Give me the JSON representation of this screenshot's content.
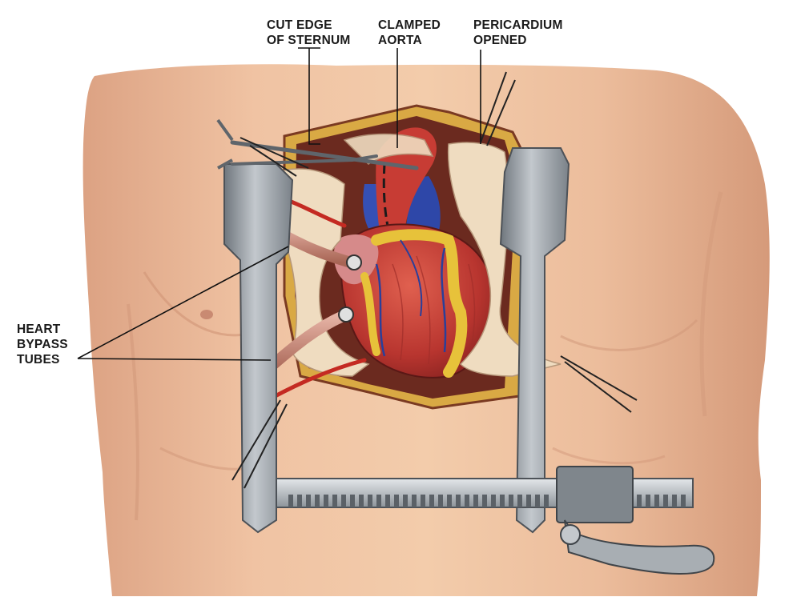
{
  "labels": {
    "sternum": {
      "line1": "CUT EDGE",
      "line2": "OF STERNUM"
    },
    "aorta": {
      "line1": "CLAMPED",
      "line2": "AORTA"
    },
    "pericardium": {
      "line1": "PERICARDIUM",
      "line2": "OPENED"
    },
    "bypass": {
      "line1": "HEART",
      "line2": "BYPASS",
      "line3": "TUBES"
    }
  },
  "colors": {
    "skin": "#e9b994",
    "skin_shadow": "#d49a78",
    "fat": "#e7c23a",
    "heart": "#c9413a",
    "vein": "#2a3f9a",
    "retractor": "#9aa0a6",
    "pericardium": "#efdcc0",
    "tube": "#c98a7a"
  }
}
